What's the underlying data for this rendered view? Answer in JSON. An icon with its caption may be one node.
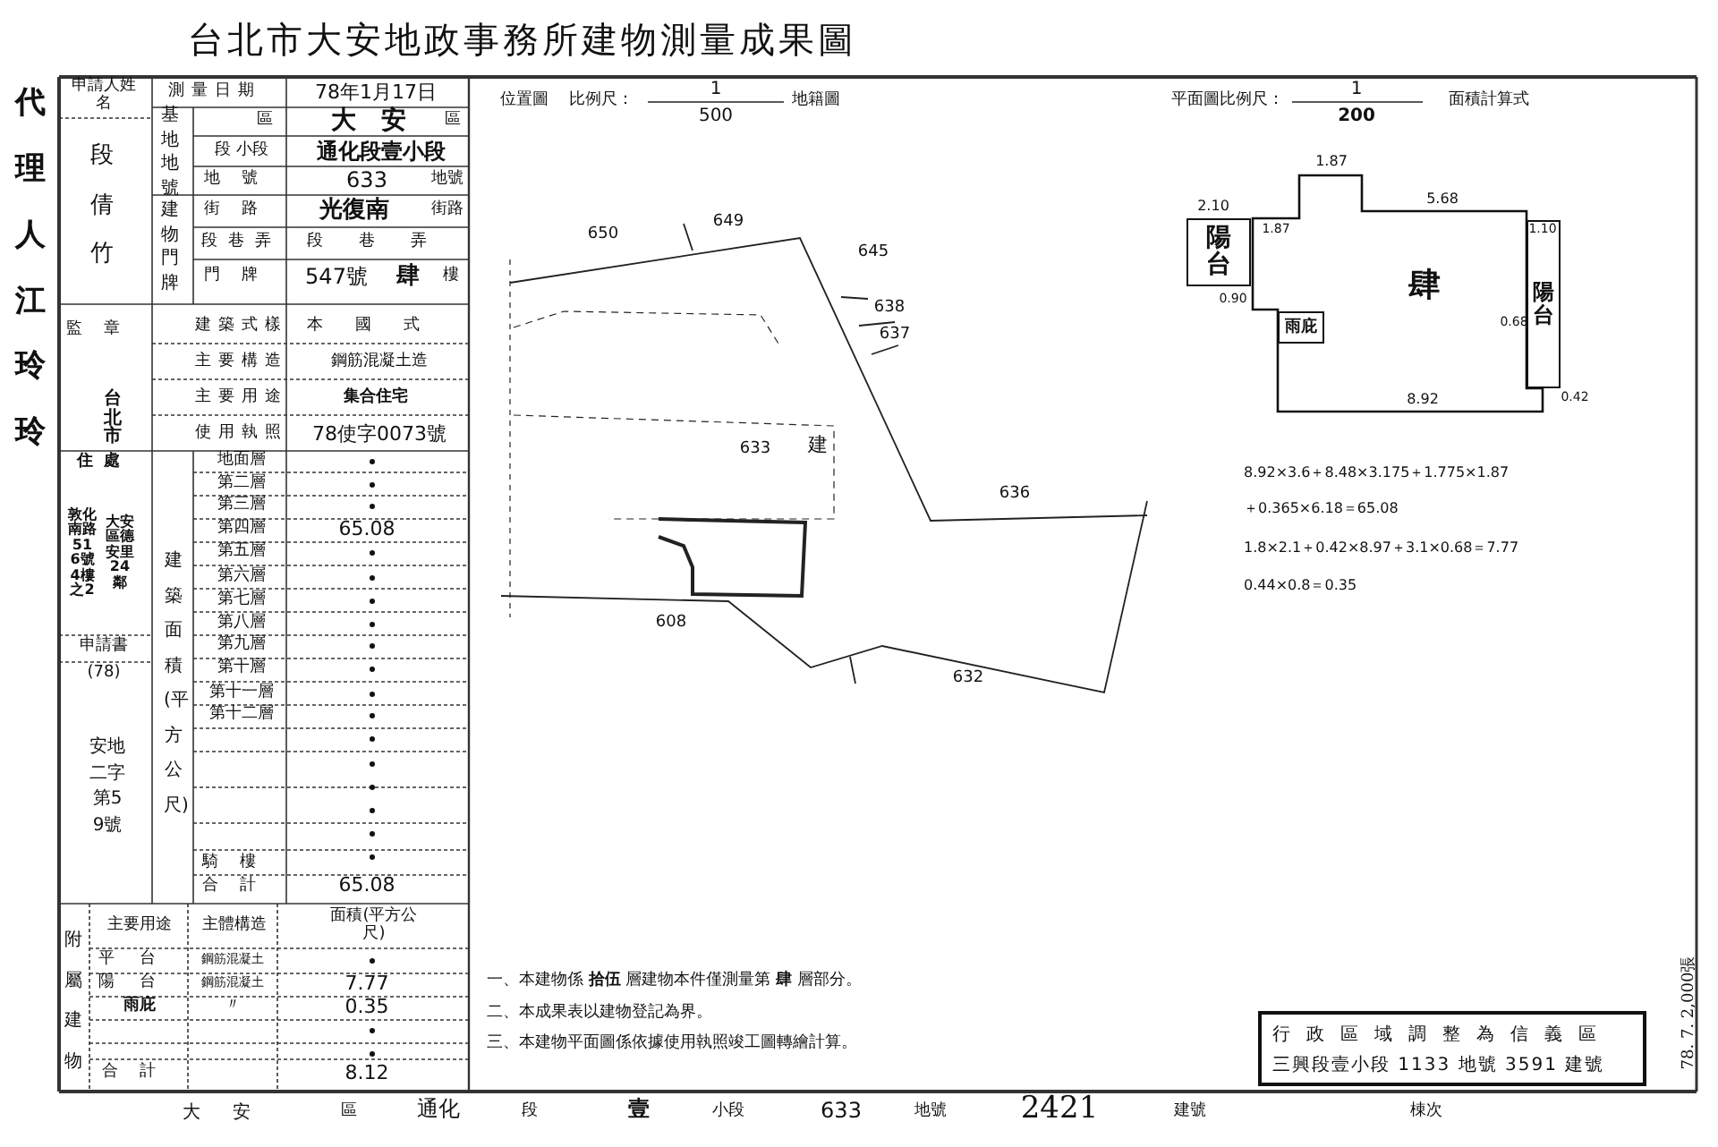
{
  "diagram": {
    "title": "台北市大安地政事務所建物測量成果圖",
    "nodes": [
      {
        "text": [
          "肆"
        ],
        "beside": [
          "1.87"
        ]
      },
      {
        "text": [
          "陽台"
        ]
      },
      {
        "text": [
          "陽台"
        ]
      },
      {
        "text": [
          "雨庇"
        ],
        "in": 0
      },
      {
        "text": [
          "行政區域調整為信義區",
          "三興段壹小段 1133 地號 3591 建號"
        ]
      }
    ],
    "labels": [
      "代理人江玲玲",
      "申請人姓名",
      "段倩竹",
      "測量日期",
      "78年1月17日",
      "基地地號",
      "區",
      "大安",
      "區",
      "段 小段",
      "通化段壹小段",
      "地號",
      "633",
      "地號",
      "建物門牌",
      "街路",
      "光復南",
      "街路",
      "段巷弄",
      "段巷弄",
      "門牌",
      "547號",
      "肆",
      "樓",
      "監章",
      "建築式樣",
      "本國式",
      "主要構造",
      "鋼筋混凝土造",
      "主要用途",
      "集合住宅",
      "使用執照",
      "78使字0073號",
      "台北市",
      "住處",
      "敦化南路516號4樓之2",
      "大安區德安里24鄰",
      "申請書",
      "(78)",
      "安地二字第59號",
      "建築面積(平方公尺)",
      "地面層",
      "第二層",
      "第三層",
      "第四層",
      "第五層",
      "第六層",
      "第七層",
      "第八層",
      "第九層",
      "第十層",
      "第十一層",
      "第十二層",
      "65.08",
      "騎樓",
      "合計",
      "65.08",
      "附屬建物",
      "主要用途",
      "主體構造",
      "面積(平方公尺)",
      "平台",
      "鋼筋混凝土",
      "陽台",
      "鋼筋混凝土",
      "7.77",
      "雨庇",
      "〃",
      "0.35",
      "合計",
      "8.12",
      "位置圖",
      "比例尺：",
      "1",
      "500",
      "地籍圖",
      "650",
      "649",
      "645",
      "638",
      "637",
      "633",
      "建",
      "636",
      "608",
      "632",
      "平面圖比例尺：",
      "1",
      "200",
      "面積計算式",
      "5.68",
      "2.10",
      "1.87",
      "1.10",
      "0.90",
      "0.68",
      "8.92",
      "0.42",
      "8.92×3.6＋8.48×3.175＋1.775×1.87",
      "＋0.365×6.18＝65.08",
      "1.8×2.1＋0.42×8.97＋3.1×0.68＝7.77",
      "0.44×0.8＝0.35",
      "一、本建物係 **拾伍** 層建物本件僅測量第 **肆** 層部分。",
      "二、本成果表以建物登記為界。",
      "三、本建物平面圖係依據使用執照竣工圖轉繪計算。",
      "78. 7. 2,000張",
      "大安",
      "區",
      "通化",
      "段",
      "壹",
      "小段",
      "633",
      "地號",
      "2421",
      "建號",
      "棟次"
    ]
  }
}
